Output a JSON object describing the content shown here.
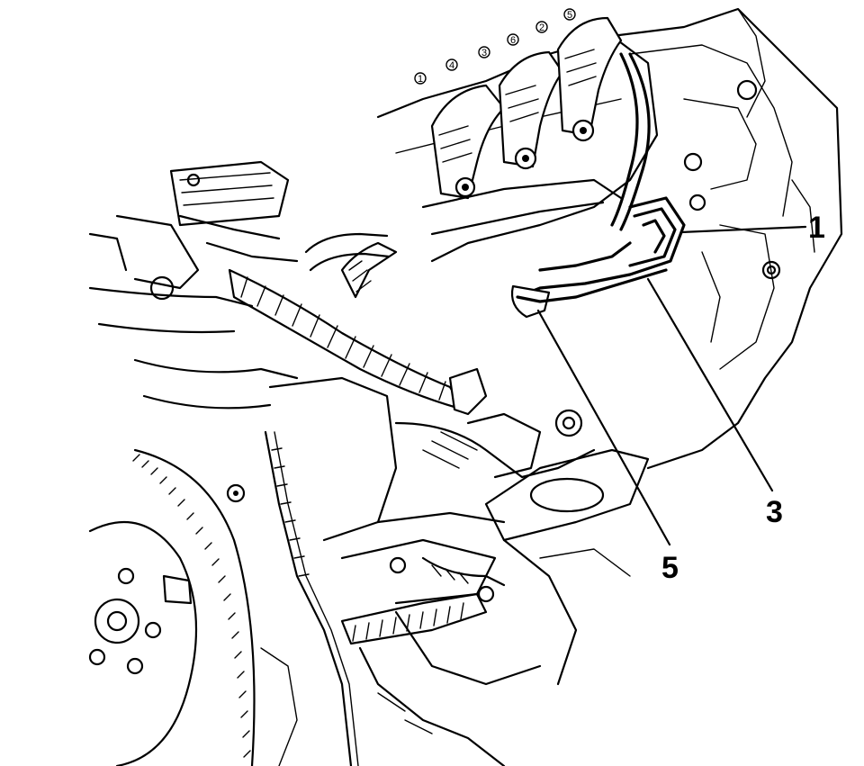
{
  "diagram": {
    "callouts": [
      {
        "label": "1"
      },
      {
        "label": "3"
      },
      {
        "label": "5"
      }
    ],
    "coil_numbers": [
      "1",
      "3",
      "5",
      "2",
      "4",
      "6"
    ]
  }
}
